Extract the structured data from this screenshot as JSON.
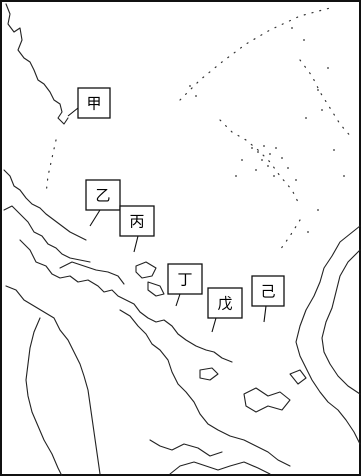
{
  "map": {
    "labels": [
      {
        "id": "a",
        "text": "甲"
      },
      {
        "id": "b",
        "text": "乙"
      },
      {
        "id": "c",
        "text": "丙"
      },
      {
        "id": "d",
        "text": "丁"
      },
      {
        "id": "e",
        "text": "戊"
      },
      {
        "id": "f",
        "text": "己"
      }
    ]
  },
  "colors": {
    "line": "#222222",
    "background": "#ffffff"
  }
}
